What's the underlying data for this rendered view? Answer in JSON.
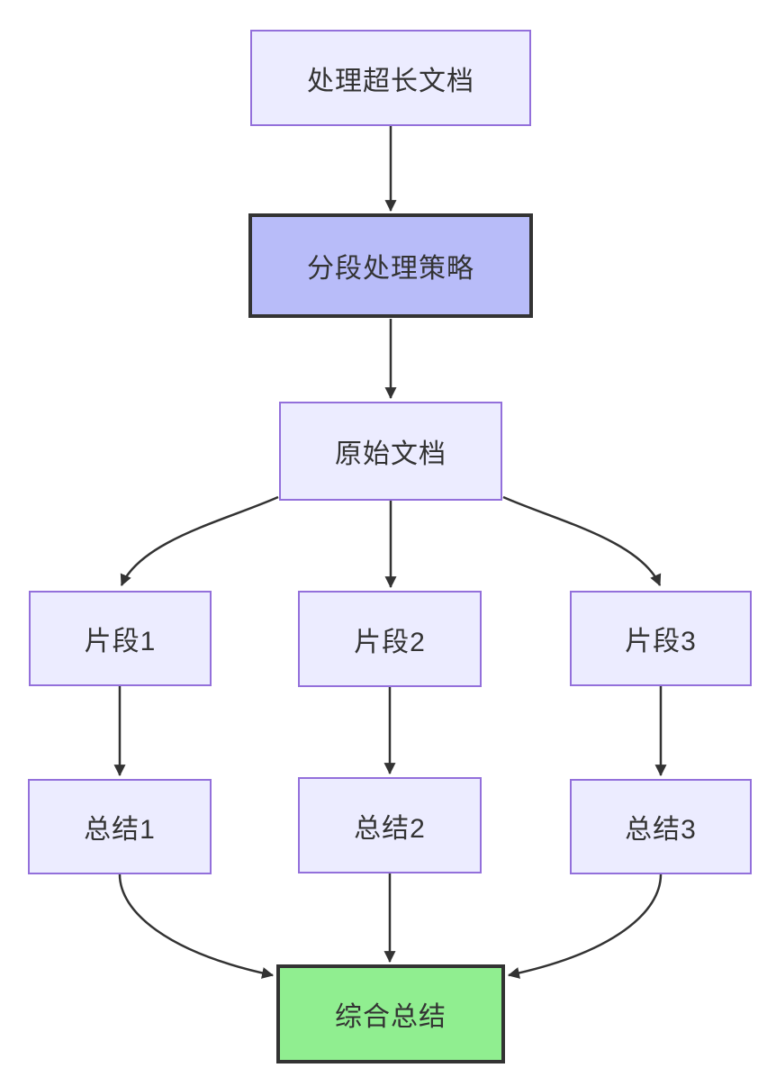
{
  "diagram": {
    "type": "flowchart",
    "direction": "top-down",
    "nodes": [
      {
        "id": "process",
        "label": "处理超长文档",
        "style": "default"
      },
      {
        "id": "strategy",
        "label": "分段处理策略",
        "style": "emphasis"
      },
      {
        "id": "original",
        "label": "原始文档",
        "style": "default"
      },
      {
        "id": "fragment1",
        "label": "片段1",
        "style": "default"
      },
      {
        "id": "fragment2",
        "label": "片段2",
        "style": "default"
      },
      {
        "id": "fragment3",
        "label": "片段3",
        "style": "default"
      },
      {
        "id": "summary1",
        "label": "总结1",
        "style": "default"
      },
      {
        "id": "summary2",
        "label": "总结2",
        "style": "default"
      },
      {
        "id": "summary3",
        "label": "总结3",
        "style": "default"
      },
      {
        "id": "final",
        "label": "综合总结",
        "style": "success"
      }
    ],
    "edges": [
      {
        "from": "process",
        "to": "strategy"
      },
      {
        "from": "strategy",
        "to": "original"
      },
      {
        "from": "original",
        "to": "fragment1"
      },
      {
        "from": "original",
        "to": "fragment2"
      },
      {
        "from": "original",
        "to": "fragment3"
      },
      {
        "from": "fragment1",
        "to": "summary1"
      },
      {
        "from": "fragment2",
        "to": "summary2"
      },
      {
        "from": "fragment3",
        "to": "summary3"
      },
      {
        "from": "summary1",
        "to": "final"
      },
      {
        "from": "summary2",
        "to": "final"
      },
      {
        "from": "summary3",
        "to": "final"
      }
    ],
    "colors": {
      "background": "#FFFFFF",
      "node_fill": "#ECECFF",
      "node_border": "#9370DB",
      "emphasis_fill": "#B8BCF9",
      "emphasis_border": "#333333",
      "success_fill": "#90EE90",
      "success_border": "#333333",
      "edge": "#333333",
      "text": "#333333"
    }
  }
}
